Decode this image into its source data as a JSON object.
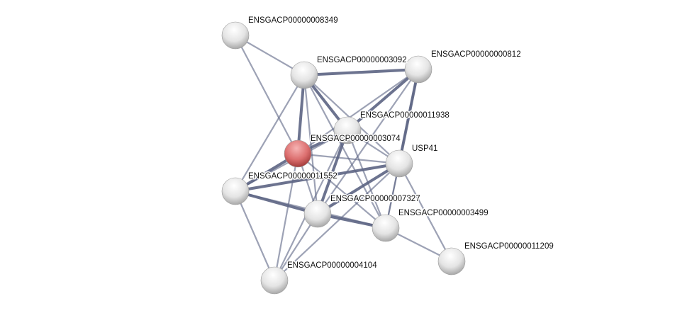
{
  "network": {
    "query_color": "#d9534f",
    "node_color": "#e6e6e6",
    "edge_color": "#5c6483",
    "nodes": [
      {
        "id": "A",
        "label": "ENSGACP00000008349",
        "query": false
      },
      {
        "id": "B",
        "label": "ENSGACP00000003092",
        "query": false
      },
      {
        "id": "C",
        "label": "ENSGACP00000000812",
        "query": false
      },
      {
        "id": "D",
        "label": "ENSGACP00000011938",
        "query": false
      },
      {
        "id": "E",
        "label": "ENSGACP00000003074",
        "query": true
      },
      {
        "id": "F",
        "label": "USP41",
        "query": false
      },
      {
        "id": "G",
        "label": "ENSGACP00000011552",
        "query": false
      },
      {
        "id": "H",
        "label": "ENSGACP00000007327",
        "query": false
      },
      {
        "id": "I",
        "label": "ENSGACP00000003499",
        "query": false
      },
      {
        "id": "J",
        "label": "ENSGACP00000011209",
        "query": false
      },
      {
        "id": "K",
        "label": "ENSGACP00000004104",
        "query": false
      }
    ],
    "edges": [
      [
        "A",
        "B"
      ],
      [
        "A",
        "E"
      ],
      [
        "B",
        "C"
      ],
      [
        "B",
        "E"
      ],
      [
        "B",
        "D"
      ],
      [
        "B",
        "F"
      ],
      [
        "B",
        "H"
      ],
      [
        "B",
        "G"
      ],
      [
        "B",
        "I"
      ],
      [
        "C",
        "D"
      ],
      [
        "C",
        "E"
      ],
      [
        "C",
        "F"
      ],
      [
        "C",
        "H"
      ],
      [
        "C",
        "I"
      ],
      [
        "D",
        "E"
      ],
      [
        "D",
        "F"
      ],
      [
        "D",
        "H"
      ],
      [
        "D",
        "I"
      ],
      [
        "D",
        "G"
      ],
      [
        "D",
        "K"
      ],
      [
        "E",
        "F"
      ],
      [
        "E",
        "G"
      ],
      [
        "E",
        "H"
      ],
      [
        "E",
        "I"
      ],
      [
        "E",
        "K"
      ],
      [
        "F",
        "G"
      ],
      [
        "F",
        "H"
      ],
      [
        "F",
        "I"
      ],
      [
        "F",
        "K"
      ],
      [
        "G",
        "H"
      ],
      [
        "G",
        "I"
      ],
      [
        "G",
        "K"
      ],
      [
        "H",
        "I"
      ],
      [
        "H",
        "K"
      ],
      [
        "I",
        "J"
      ],
      [
        "F",
        "J"
      ]
    ]
  }
}
